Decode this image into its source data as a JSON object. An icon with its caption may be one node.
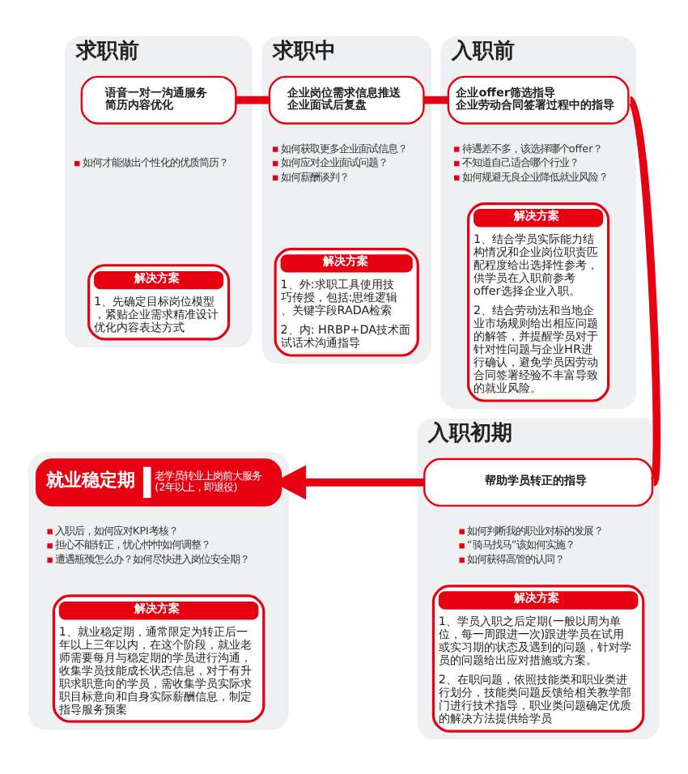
{
  "diagram": {
    "nodes": [
      {
        "text": [
          "求职前",
          "如何才能做出个性化的优质简历？"
        ]
      },
      {
        "text": [
          "语音一对一沟通服务",
          "简历内容优化"
        ],
        "in": 0
      },
      {
        "text": [
          "解决方案",
          "1、先确定目标岗位模型，紧贴企业需求精准设计优化内容表达方式"
        ],
        "in": 0
      },
      {
        "text": [
          "求职中",
          "如何获取更多企业面试信息？",
          "如何应对企业面试问题？",
          "如何薪酬谈判？"
        ]
      },
      {
        "text": [
          "企业岗位需求信息推送",
          "企业面试后复盘"
        ],
        "in": 3
      },
      {
        "text": [
          "解决方案",
          "1、外:求职工具使用技巧传授，包括:思维逻辑、关键字段RADA检索",
          "2、内: HRBP+DA技术面试话术沟通指导"
        ],
        "in": 3
      },
      {
        "text": [
          "入职前",
          "待遇差不多，该选择哪个offer？",
          "不知道自己适合哪个行业？",
          "如何规避无良企业降低就业风险？"
        ]
      },
      {
        "text": [
          "企业offer筛选指导",
          "企业劳动合同签署过程中的指导"
        ],
        "in": 6
      },
      {
        "text": [
          "解决方案",
          "1、结合学员实际能力结构情况和企业岗位职责匹配程度给出选择性参考，供学员在入职前参考offer选择企业入职。",
          "2、结合劳动法和当地企业市场规则给出相应问题的解答，并提醒学员对于针对性问题与企业HR进行确认，避免学员因劳动合同签署经验不丰富导致的就业风险。"
        ],
        "in": 6
      },
      {
        "text": [
          "入职初期",
          "如何判断我的职业对标的发展？",
          "“骑马找马”该如何实施？",
          "如何获得高管的认同？"
        ]
      },
      {
        "text": [
          "帮助学员转正的指导"
        ],
        "in": 9
      },
      {
        "text": [
          "解决方案",
          "1、学员入职之后定期(一般以周为单位，每一周跟进一次)跟进学员在试用或实习期的状态及遇到的问题，针对学员的问题给出应对措施或方案。",
          "2、在职问题，依照技能类和职业类进行划分，技能类问题反馈给相关教学部门进行技术指导，职业类问题确定优质的解决方法提供给学员"
        ],
        "in": 9
      },
      {
        "text": [
          "入职后，如何应对KPI考核？",
          "担心不能转正，忧心忡忡如何调整？",
          "遭遇瓶颈怎么办？如何尽快进入岗位安全期？"
        ]
      },
      {
        "text": [
          "就业稳定期",
          "老学员转业上岗前大服务(2年以上，即退役)"
        ],
        "in": 12
      },
      {
        "text": [
          "解决方案",
          "1、就业稳定期，通常限定为转正后一年以上三年以内，在这个阶段，就业老师需要每月与稳定期的学员进行沟通，收集学员技能成长状态信息，对于有升职求职意向的学员，需收集学员实际求职目标意向和自身实际薪酬信息，制定指导服务预案"
        ],
        "in": 12
      }
    ],
    "edges": [
      {
        "from": 1,
        "to": 4,
        "arrow": "none"
      },
      {
        "from": 4,
        "to": 7,
        "arrow": "none"
      },
      {
        "from": 7,
        "to": 10,
        "arrow": "none"
      },
      {
        "from": 10,
        "to": 13,
        "arrow": "to"
      }
    ]
  }
}
